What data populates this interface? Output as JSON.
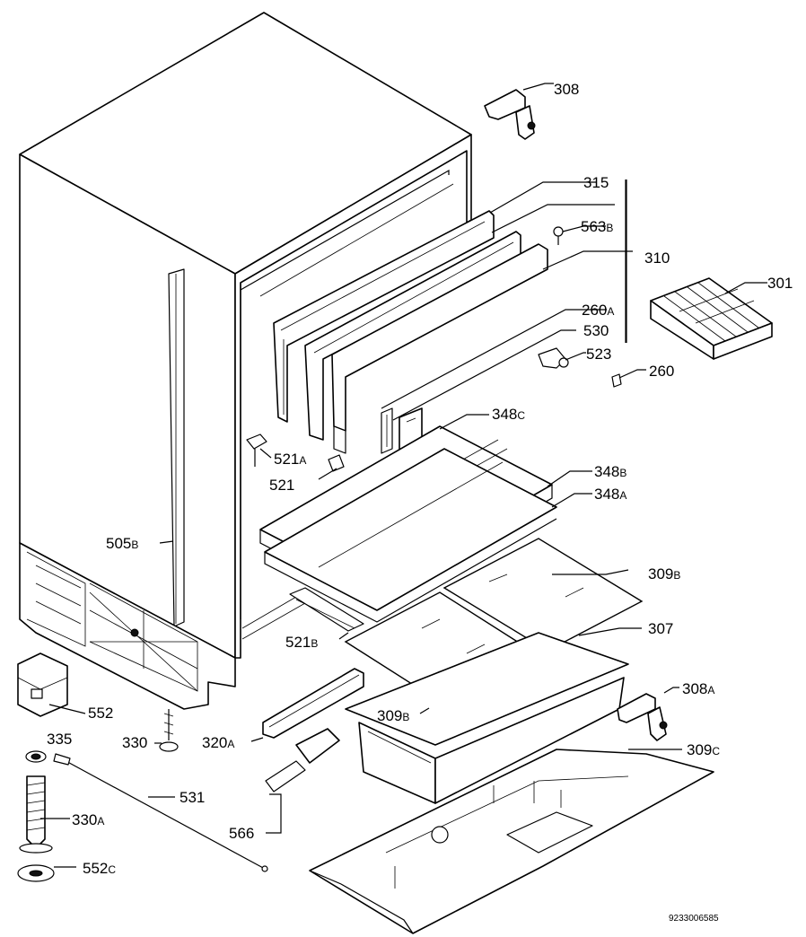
{
  "drawing_number": "9233006585",
  "labels": {
    "p308": "308",
    "p315": "315",
    "p563": "563",
    "p563s": "B",
    "p310": "310",
    "p301": "301",
    "p260A": "260",
    "p260As": "A",
    "p530": "530",
    "p523": "523",
    "p260": "260",
    "p348C": "348",
    "p348Cs": "C",
    "p521A": "521",
    "p521As": "A",
    "p521": "521",
    "p348B": "348",
    "p348Bs": "B",
    "p348A": "348",
    "p348As": "A",
    "p505B": "505",
    "p505Bs": "B",
    "p309B1": "309",
    "p309B1s": "B",
    "p307": "307",
    "p521B": "521",
    "p521Bs": "B",
    "p552": "552",
    "p308A": "308",
    "p308As": "A",
    "p335": "335",
    "p330": "330",
    "p320A": "320",
    "p320As": "A",
    "p309B2": "309",
    "p309B2s": "B",
    "p309C": "309",
    "p309Cs": "C",
    "p330A": "330",
    "p330As": "A",
    "p531": "531",
    "p566": "566",
    "p552C": "552",
    "p552Cs": "C"
  }
}
